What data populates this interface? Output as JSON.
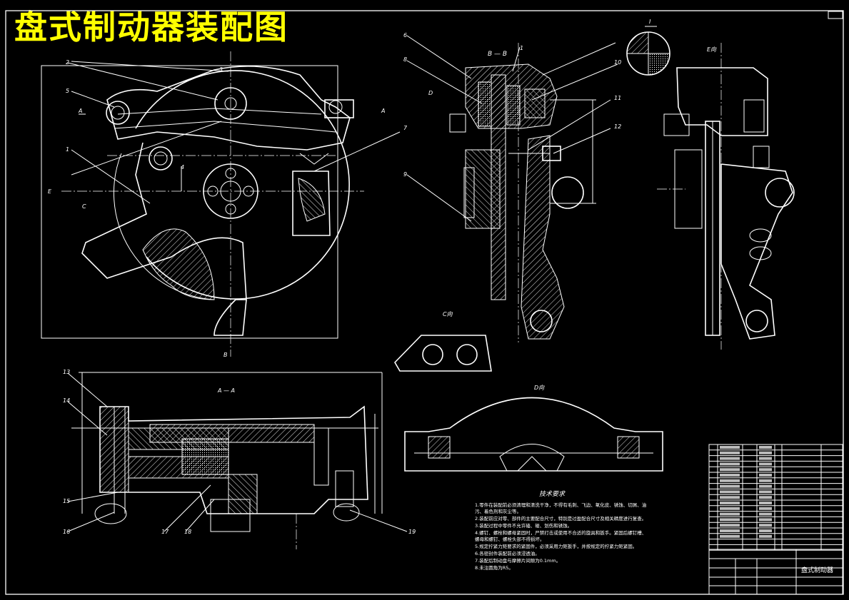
{
  "drawing_title": "盘式制动器装配图",
  "view_labels": {
    "section_bb": "B — B",
    "view_c": "C向",
    "view_d": "D向",
    "section_aa": "A — A",
    "detail_i": "I",
    "view_e": "E向",
    "b_arrow": "B",
    "c_arrow": "C",
    "d_arrow": "D",
    "e_arrow": "E",
    "a_left": "A",
    "a_right": "A"
  },
  "callouts_main": [
    "5",
    "2",
    "3",
    "4",
    "1",
    "7"
  ],
  "callouts_section": [
    "6",
    "8",
    "9",
    "1",
    "10",
    "11",
    "12"
  ],
  "callouts_bottom": [
    "13",
    "14",
    "15",
    "16",
    "17",
    "18",
    "19"
  ],
  "tech_requirements": {
    "heading": "技术要求",
    "items": [
      "1.零件在装配前必须清理和清洗干净，不得有毛刺、飞边、氧化皮、锈蚀、切屑、油",
      "污、着色剂和灰尘等。",
      "2.装配前应对零、部件的主要配合尺寸，特别是过盈配合尺寸及相关精度进行复查。",
      "3.装配过程中零件不允许磕、碰、划伤和锈蚀。",
      "4.螺钉、螺栓和螺母紧固时，严禁打击或使用不合适的旋具和扳手。紧固后螺钉槽、",
      "螺母和螺钉、螺栓头部不得损坏。",
      "5.规定拧紧力矩要求的紧固件，必须采用力矩扳手，并按规定的拧紧力矩紧固。",
      "6.各密封件装配前必须浸透油。",
      "7.装配后制动盘与摩擦片间隙为0.1mm。",
      "8.未注圆角为R5。"
    ]
  },
  "title_block": {
    "name": "盘式制动器",
    "rows": 19
  }
}
